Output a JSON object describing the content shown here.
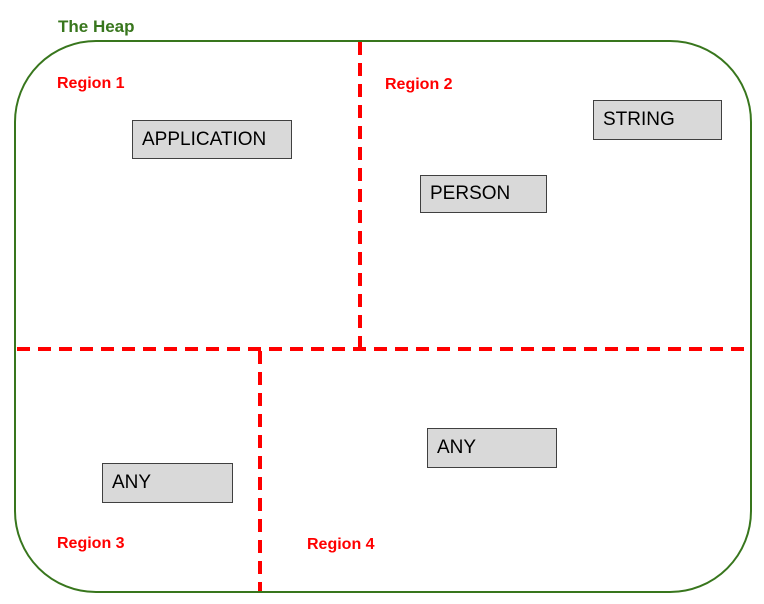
{
  "title": "The Heap",
  "regions": [
    {
      "label": "Region 1"
    },
    {
      "label": "Region 2"
    },
    {
      "label": "Region 3"
    },
    {
      "label": "Region 4"
    }
  ],
  "objects": [
    {
      "label": "APPLICATION",
      "region": "Region 1"
    },
    {
      "label": "STRING",
      "region": "Region 2"
    },
    {
      "label": "PERSON",
      "region": "Region 2"
    },
    {
      "label": "ANY",
      "region": "Region 4"
    },
    {
      "label": "ANY",
      "region": "Region 3"
    }
  ],
  "colors": {
    "background": "#ffffff",
    "heap_border": "#38761d",
    "title_text": "#38761d",
    "region_label_text": "#ff0000",
    "divider_line": "#ff0000",
    "object_fill": "#d9d9d9",
    "object_border": "#404040",
    "object_text": "#000000"
  }
}
